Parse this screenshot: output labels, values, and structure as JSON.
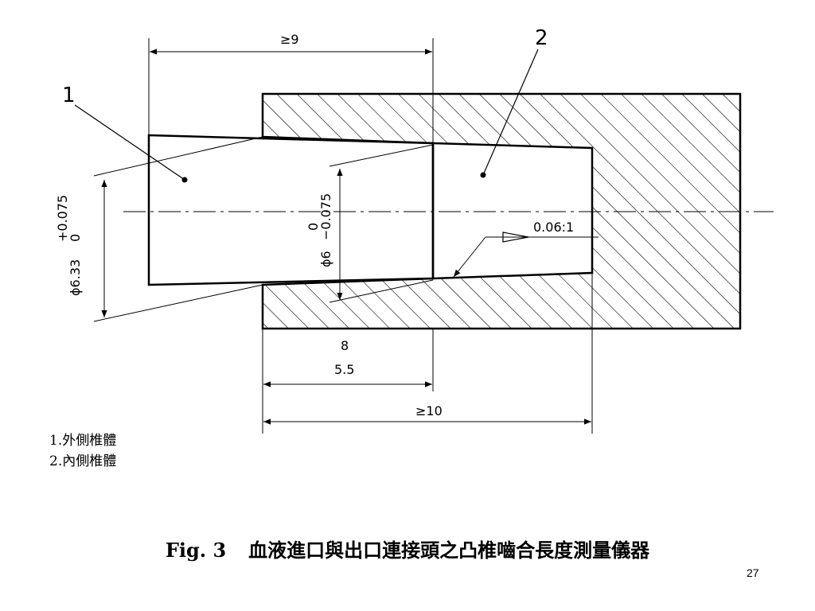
{
  "drawing": {
    "callouts": [
      "1",
      "2"
    ],
    "dimensions": {
      "top_min_length": "≥9",
      "bottom_min_length": "≥10",
      "length_8": "8",
      "length_5_5": "5.5",
      "outer_diameter": "ϕ6.33",
      "outer_tol_upper": "+0.075",
      "outer_tol_lower": "0",
      "inner_diameter": "ϕ6",
      "inner_tol_upper": "0",
      "inner_tol_lower": "−0.075",
      "taper": "0.06:1"
    }
  },
  "legend": [
    "1.外側椎體",
    "2.內側椎體"
  ],
  "caption": {
    "label": "Fig. 3",
    "title": "血液進口與出口連接頭之凸椎嚙合長度測量儀器"
  },
  "page_number": "27"
}
